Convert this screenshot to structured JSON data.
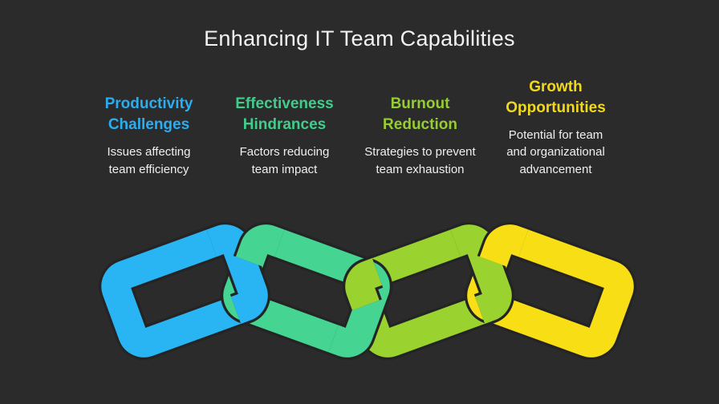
{
  "background": "#2b2b2b",
  "title": "Enhancing IT Team Capabilities",
  "columns": [
    {
      "heading": "Productivity\nChallenges",
      "description": "Issues affecting\nteam efficiency",
      "color": "#2badf1"
    },
    {
      "heading": "Effectiveness\nHindrances",
      "description": "Factors reducing\nteam impact",
      "color": "#40cd8c"
    },
    {
      "heading": "Burnout\nReduction",
      "description": "Strategies to prevent\nteam exhaustion",
      "color": "#95cd32"
    },
    {
      "heading": "Growth\nOpportunities",
      "description": "Potential for team\nand organizational\nadvancement",
      "color": "#f2d81d"
    }
  ],
  "chain": {
    "outline_color": "#242424",
    "links": [
      {
        "name": "chain-link-productivity",
        "color": "#29b4f3",
        "rotation": -20
      },
      {
        "name": "chain-link-effectiveness",
        "color": "#45d492",
        "rotation": 20
      },
      {
        "name": "chain-link-burnout",
        "color": "#9ad22f",
        "rotation": -20
      },
      {
        "name": "chain-link-growth",
        "color": "#f8df15",
        "rotation": 20
      }
    ]
  }
}
